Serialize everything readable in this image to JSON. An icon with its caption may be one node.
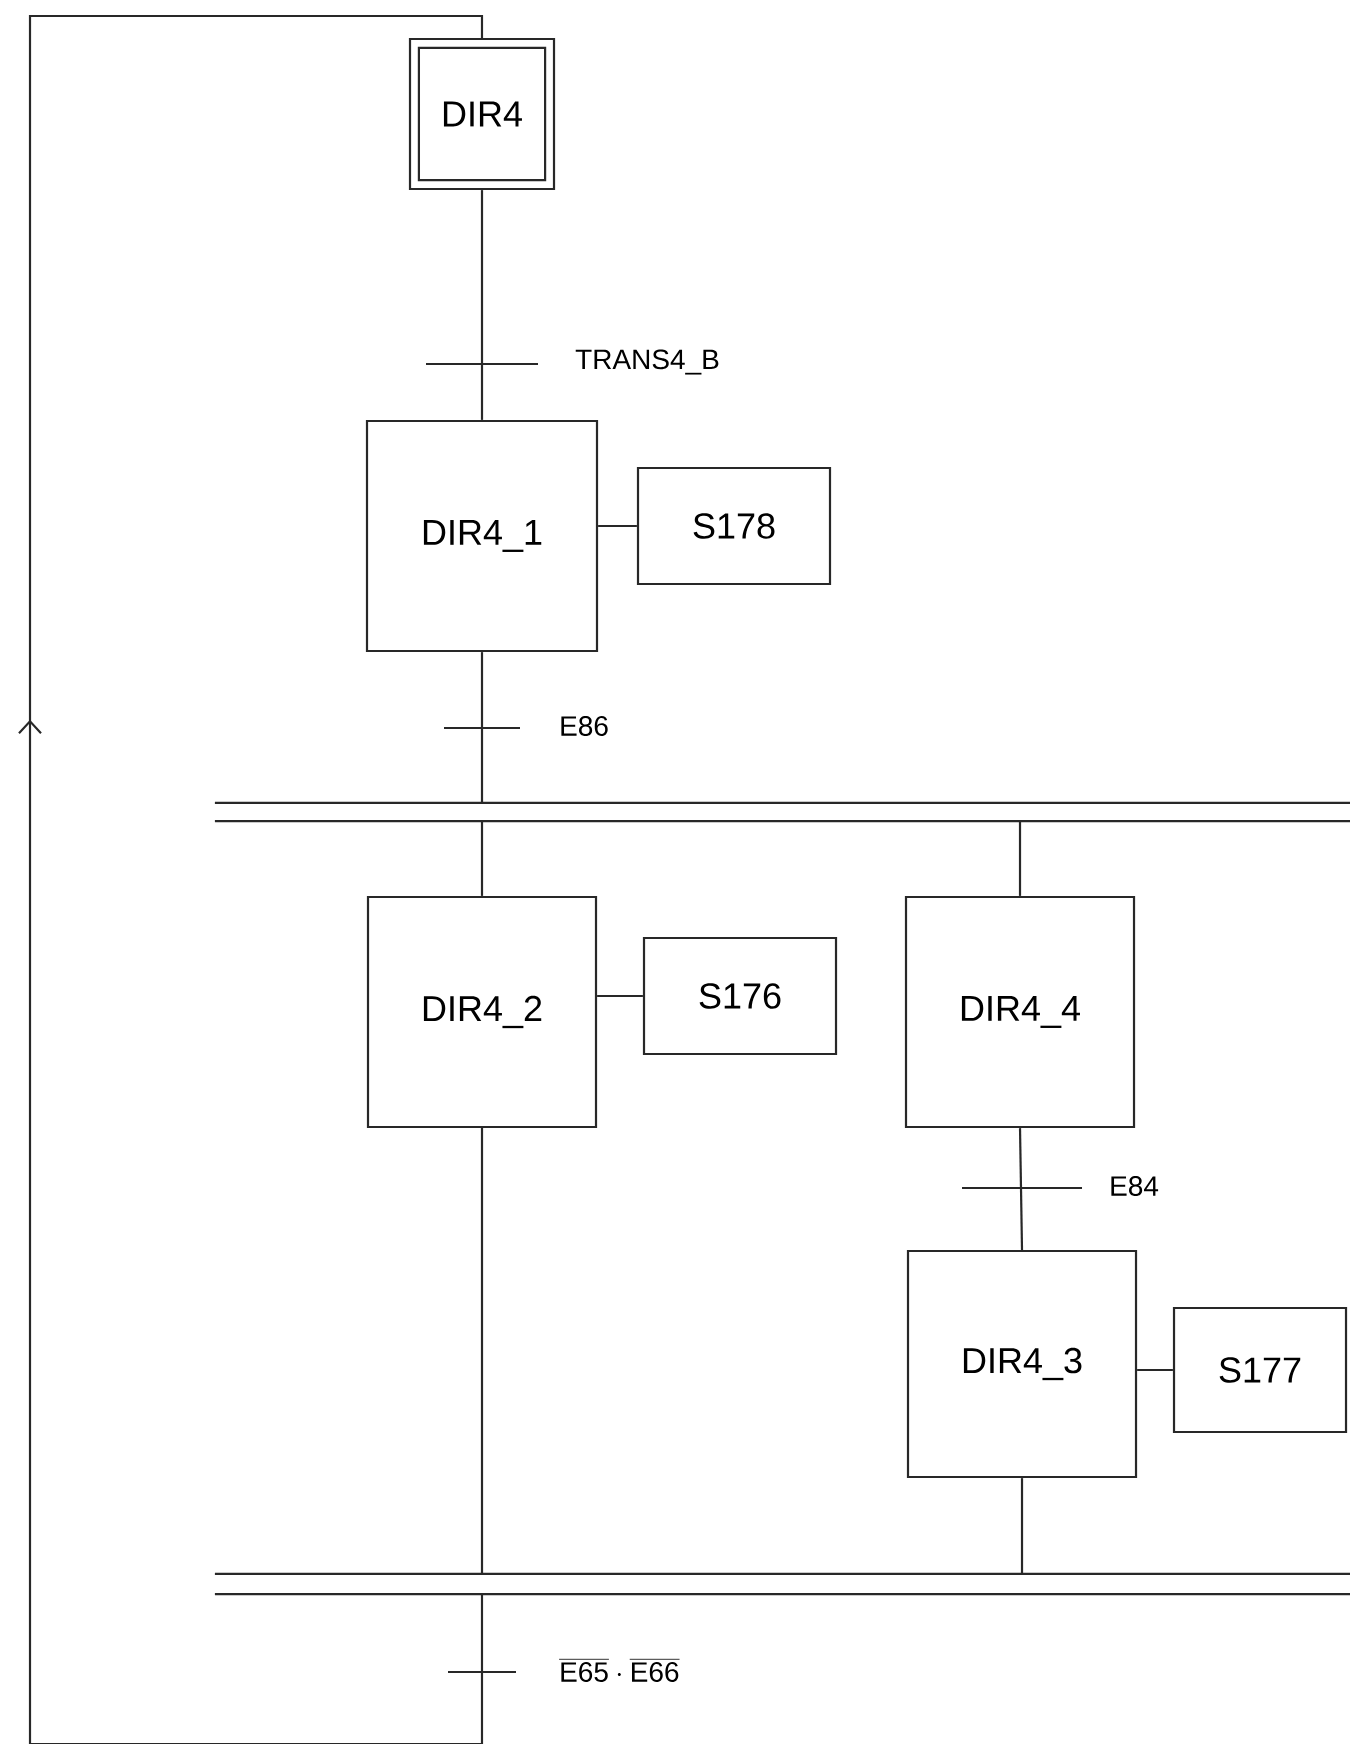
{
  "diagram": {
    "nodes": [
      {
        "text": [
          "DIR4"
        ]
      },
      {
        "text": [
          "DIR4_1"
        ]
      },
      {
        "text": [
          "S178"
        ]
      },
      {
        "text": [],
        "shape": "bar"
      },
      {
        "text": [
          "DIR4_2"
        ]
      },
      {
        "text": [
          "S176"
        ]
      },
      {
        "text": [
          "DIR4_4"
        ]
      },
      {
        "text": [
          "DIR4_3"
        ]
      },
      {
        "text": [
          "S177"
        ]
      },
      {
        "text": [],
        "shape": "bar"
      }
    ],
    "edges": [
      {
        "from": 0,
        "to": 1,
        "arrow": "none",
        "label": "TRANS4_B"
      },
      {
        "from": 1,
        "to": 2,
        "arrow": "none"
      },
      {
        "from": 1,
        "to": 3,
        "arrow": "none",
        "label": "E86"
      },
      {
        "from": 3,
        "to": 4,
        "arrow": "none"
      },
      {
        "from": 3,
        "to": 6,
        "arrow": "none"
      },
      {
        "from": 4,
        "to": 5,
        "arrow": "none"
      },
      {
        "from": 6,
        "to": 7,
        "arrow": "none",
        "label": "E84"
      },
      {
        "from": 7,
        "to": 8,
        "arrow": "none"
      },
      {
        "from": 4,
        "to": 9,
        "arrow": "none"
      },
      {
        "from": 7,
        "to": 9,
        "arrow": "none"
      },
      {
        "from": 9,
        "to": 0,
        "arrow": "to",
        "label": "\\overline{\\mathrm{E65}}\\cdot\\overline{\\mathrm{E66}}"
      }
    ]
  }
}
